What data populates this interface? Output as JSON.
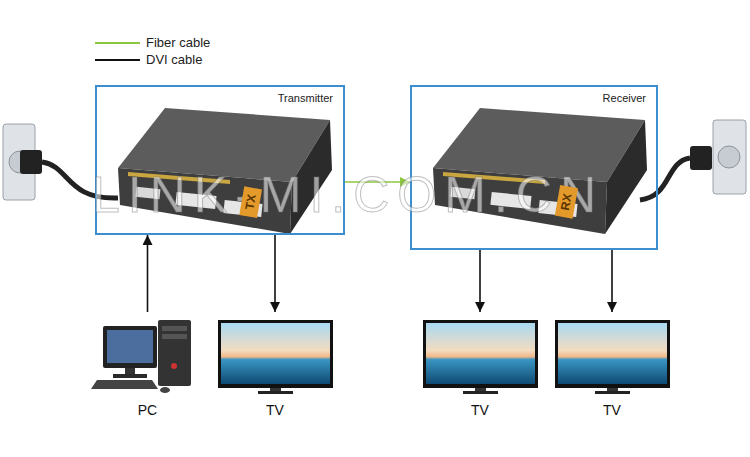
{
  "diagram": {
    "nodes": [
      {
        "text": [
          "Transmitter"
        ]
      },
      {
        "text": [
          "Receiver"
        ]
      },
      {
        "text": [
          "PC"
        ]
      },
      {
        "text": [
          "TV"
        ]
      },
      {
        "text": [
          "TV"
        ]
      },
      {
        "text": [
          "TV"
        ]
      }
    ],
    "edges": [
      {
        "from": 2,
        "to": 0,
        "arrow": "to"
      },
      {
        "from": 0,
        "to": 3,
        "arrow": "to"
      },
      {
        "from": 0,
        "to": 1,
        "arrow": "to"
      },
      {
        "from": 1,
        "to": 4,
        "arrow": "to"
      },
      {
        "from": 1,
        "to": 5,
        "arrow": "to"
      }
    ],
    "labels": [
      "LINK-MI.COM.CN",
      "TX",
      "RX"
    ],
    "legend": [
      {
        "text": "Fiber cable"
      },
      {
        "text": "DVI cable"
      }
    ]
  }
}
